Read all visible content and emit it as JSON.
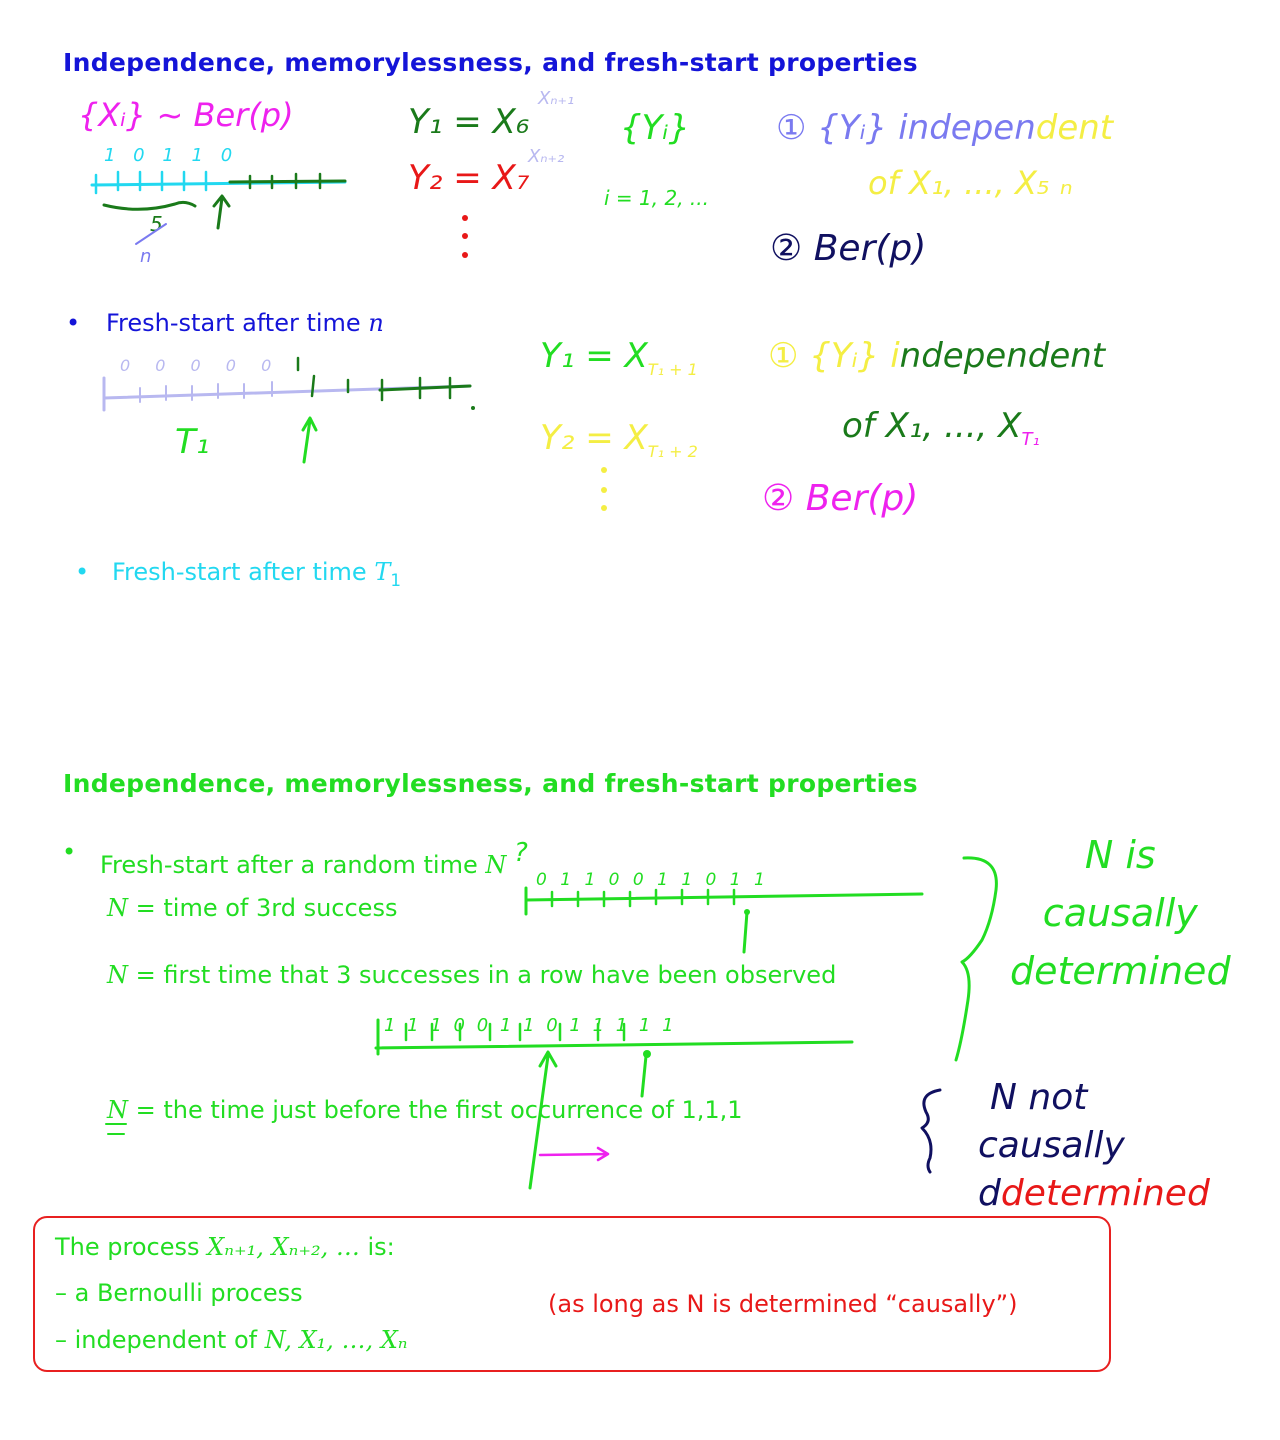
{
  "slide1": {
    "title": "Independence, memorylessness, and fresh-start properties",
    "bullet1": {
      "text": "Fresh-start after time",
      "var": "n"
    },
    "bullet2": {
      "text": "Fresh-start after time",
      "var": "T",
      "sub": "1"
    },
    "notes": {
      "xi_ber": "{Xᵢ} ~ Ber(p)",
      "bits_top": "1 0 1 1 0",
      "five": "5",
      "n_small": "n",
      "y1": "Y₁ = X₆",
      "y2": "Y₂ = X₇",
      "xn1": "Xₙ₊₁",
      "xn2": "Xₙ₊₂",
      "yi_set": "{Yᵢ}",
      "i_range": "i = 1, 2, ...",
      "c1a": "① {Yᵢ} indepen",
      "c1b": "dent",
      "c1c": "of X₁, ..., X₅ ₙ",
      "c2": "② Ber(p)",
      "bits_mid": "0 0 0 0 0",
      "t1": "T₁",
      "y1b": "Y₁ = X",
      "y1b_sub": "T₁ + 1",
      "y2b": "Y₂ = X",
      "y2b_sub": "T₁ + 2",
      "c3a": "① {Yᵢ} i",
      "c3b": "ndependent",
      "c3c": "of X₁, ..., X",
      "c3d": "T₁",
      "c4a": "②",
      "c4b": "Ber(p)"
    }
  },
  "slide2": {
    "title": "Independence, memorylessness, and fresh-start properties",
    "bullet": {
      "text": "Fresh-start after a random time",
      "var": "N",
      "q": "?"
    },
    "line1": {
      "var": "N",
      "text": "= time of 3rd success"
    },
    "line2": {
      "var": "N",
      "text": "= first time that 3 successes in a row have been observed"
    },
    "line3": {
      "var": "N",
      "text": "= the time just before the first occurrence of 1,1,1"
    },
    "bits_a": "0 1 1 0 0 1 1 0 1 1",
    "bits_b": "1 1 1 0 0 1 1 0 1 1 1 1 1",
    "note_causal": [
      "N is",
      "causally",
      "determined"
    ],
    "note_not": [
      "N not",
      "causally"
    ],
    "note_not_red": "determined",
    "note_not_first": "d"
  },
  "box": {
    "line1_pre": "The process",
    "line1_math": "Xₙ₊₁, Xₙ₊₂, …",
    "line1_post": "is:",
    "item1": "–  a Bernoulli process",
    "item2_pre": "–  independent of",
    "item2_math": "N, X₁, …, Xₙ",
    "note": "(as long as N is determined “causally”)"
  },
  "colors": {
    "blue": "#1414d8",
    "green": "#22dd22",
    "cyan": "#22d8f0",
    "red": "#e81818",
    "magenta": "#ee22ee",
    "yellow": "#f4ee44",
    "darkgreen": "#1a7a1a",
    "navy": "#101060",
    "lavender": "#b8b8f0",
    "violet": "#7a7af0"
  }
}
